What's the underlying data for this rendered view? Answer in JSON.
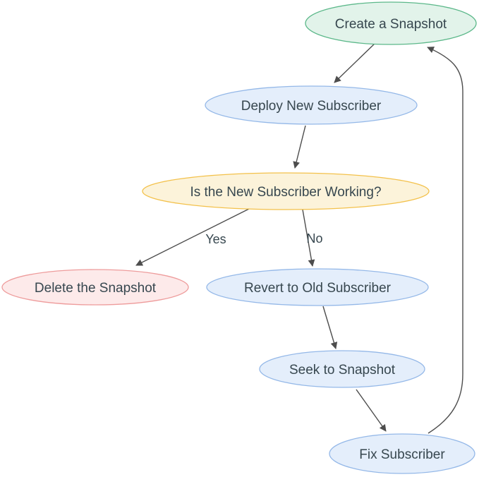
{
  "diagram": {
    "title": "Snapshot / Subscriber deployment flowchart",
    "colors": {
      "background": "#ffffff",
      "arrow": "#4d4d4d",
      "text": "#37474f",
      "green_fill": "#e2f3ea",
      "green_stroke": "#5cb88a",
      "blue_fill": "#e4eefb",
      "blue_stroke": "#94b8e8",
      "yellow_fill": "#fcf3da",
      "yellow_stroke": "#f3c14b",
      "red_fill": "#fdeaea",
      "red_stroke": "#ee9c9c"
    },
    "nodes": [
      {
        "id": "create-snapshot",
        "label": "Create a Snapshot",
        "fill": "#e2f3ea",
        "stroke": "#5cb88a"
      },
      {
        "id": "deploy-new-subscriber",
        "label": "Deploy New Subscriber",
        "fill": "#e4eefb",
        "stroke": "#94b8e8"
      },
      {
        "id": "is-working",
        "label": "Is the New Subscriber Working?",
        "fill": "#fcf3da",
        "stroke": "#f3c14b"
      },
      {
        "id": "delete-snapshot",
        "label": "Delete the Snapshot",
        "fill": "#fdeaea",
        "stroke": "#ee9c9c"
      },
      {
        "id": "revert-old-subscriber",
        "label": "Revert to Old Subscriber",
        "fill": "#e4eefb",
        "stroke": "#94b8e8"
      },
      {
        "id": "seek-to-snapshot",
        "label": "Seek to Snapshot",
        "fill": "#e4eefb",
        "stroke": "#94b8e8"
      },
      {
        "id": "fix-subscriber",
        "label": "Fix Subscriber",
        "fill": "#e4eefb",
        "stroke": "#94b8e8"
      }
    ],
    "edges": [
      {
        "from": "create-snapshot",
        "to": "deploy-new-subscriber",
        "label": ""
      },
      {
        "from": "deploy-new-subscriber",
        "to": "is-working",
        "label": ""
      },
      {
        "from": "is-working",
        "to": "delete-snapshot",
        "label": "Yes"
      },
      {
        "from": "is-working",
        "to": "revert-old-subscriber",
        "label": "No"
      },
      {
        "from": "revert-old-subscriber",
        "to": "seek-to-snapshot",
        "label": ""
      },
      {
        "from": "seek-to-snapshot",
        "to": "fix-subscriber",
        "label": ""
      },
      {
        "from": "fix-subscriber",
        "to": "create-snapshot",
        "label": ""
      }
    ]
  }
}
